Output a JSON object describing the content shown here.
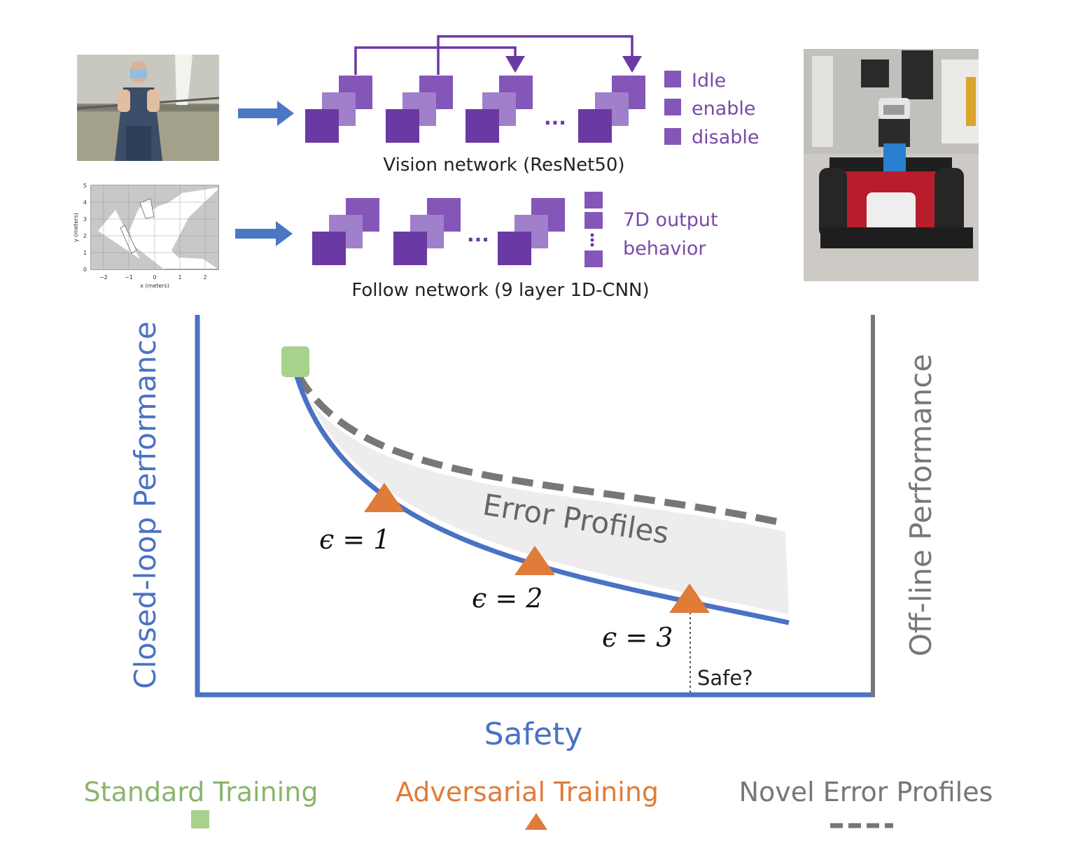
{
  "colors": {
    "purple_dark": "#6b39a3",
    "purple_mid": "#8456b8",
    "purple_light": "#a07fcb",
    "purple_text": "#7a49a8",
    "arrow_blue": "#4a78c4",
    "axis_blue": "#4a72c4",
    "axis_gray": "#777777",
    "dash_gray": "#777777",
    "green": "#a9d18e",
    "orange": "#e07b39",
    "band_gray": "#ededed"
  },
  "vision": {
    "label": "Vision network (ResNet50)",
    "ellipsis": "...",
    "outputs": [
      "Idle",
      "enable",
      "disable"
    ]
  },
  "follow": {
    "label": "Follow network (9 layer 1D-CNN)",
    "ellipsis": "...",
    "output_lines": [
      "7D output",
      "behavior"
    ]
  },
  "map_plot": {
    "ylabel": "y (meters)",
    "xlabel": "x (meters)",
    "yticks": [
      "5",
      "4",
      "3",
      "2",
      "1",
      "0"
    ],
    "xticks": [
      "−2",
      "−1",
      "0",
      "1",
      "2"
    ]
  },
  "chart": {
    "left_axis_label": "Closed-loop Performance",
    "right_axis_label": "Off-line Performance",
    "bottom_axis_label": "Safety",
    "band_label": "Error Profiles",
    "points": [
      {
        "label": "ϵ = 1"
      },
      {
        "label": "ϵ = 2"
      },
      {
        "label": "ϵ = 3"
      }
    ],
    "safe_label": "Safe?"
  },
  "legend": {
    "standard": "Standard Training",
    "adversarial": "Adversarial Training",
    "novel": "Novel Error Profiles"
  },
  "icons": {
    "person_photo": "person-raising-hands-photo",
    "robot_photo": "mobile-robot-photo"
  }
}
